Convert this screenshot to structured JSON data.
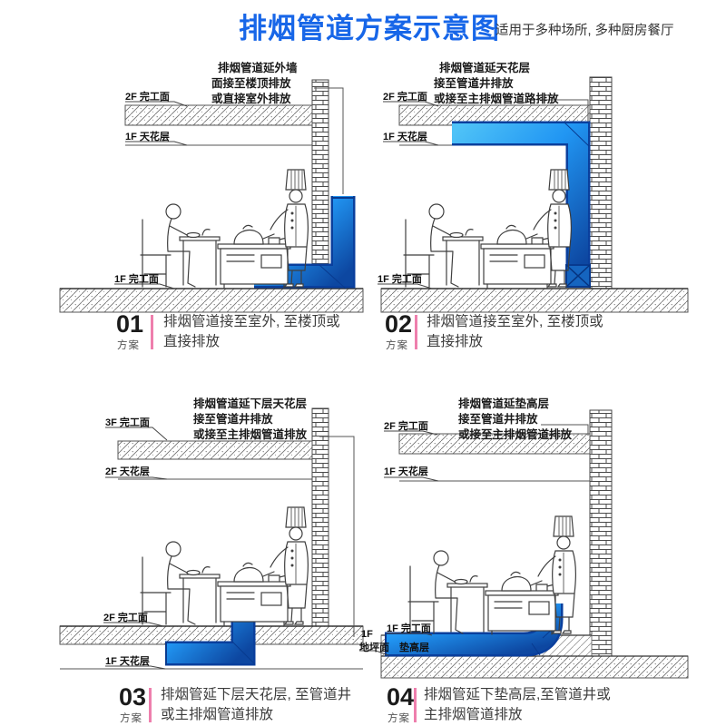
{
  "header": {
    "title": "排烟管道方案示意图",
    "subtitle": "适用于多种场所, 多种厨房餐厅"
  },
  "colors": {
    "title_blue": "#1766e8",
    "duct_light": "#4fc3f7",
    "duct_mid": "#2196f3",
    "duct_dark": "#0d47a1",
    "duct_outline": "#0a3f9d",
    "divider_pink": "#ee7fad"
  },
  "panels": [
    {
      "number": "01",
      "number_caption": "方案",
      "annotation_lines": [
        "排烟管道延外墙",
        "面接至楼顶排放",
        "或直接室外排放"
      ],
      "labels": {
        "l1": "2F 完工面",
        "l2": "1F 天花层",
        "l3": "1F 完工面"
      },
      "caption_lines": [
        "排烟管道接至室外, 至楼顶或",
        "直接排放"
      ]
    },
    {
      "number": "02",
      "number_caption": "方案",
      "annotation_lines": [
        "排烟管道延天花层",
        "接至管道井排放",
        "或接至主排烟管道路排放"
      ],
      "labels": {
        "l1": "2F 完工面",
        "l2": "1F 天花层",
        "l3": "1F 完工面"
      },
      "caption_lines": [
        "排烟管道接至室外, 至楼顶或",
        "直接排放"
      ]
    },
    {
      "number": "03",
      "number_caption": "方案",
      "annotation_lines": [
        "排烟管道延下层天花层",
        "接至管道井排放",
        "或接至主排烟管道排放"
      ],
      "labels": {
        "l1": "3F 完工面",
        "l2": "2F 天花层",
        "l3": "2F 完工面",
        "l4": "1F 天花层"
      },
      "caption_lines": [
        "排烟管延下层天花层, 至管道井",
        "或主排烟管道排放"
      ]
    },
    {
      "number": "04",
      "number_caption": "方案",
      "annotation_lines": [
        "排烟管道延垫高层",
        "接至管道井排放",
        "或接至主排烟管道排放"
      ],
      "labels": {
        "l1": "2F 完工面",
        "l2": "1F 天花层",
        "l3": "1F 完工面",
        "l4": "1F",
        "l5": "地坪面",
        "l6": "垫高层"
      },
      "caption_lines": [
        "排烟管延下垫高层,至管道井或",
        "主排烟管道排放"
      ]
    }
  ]
}
